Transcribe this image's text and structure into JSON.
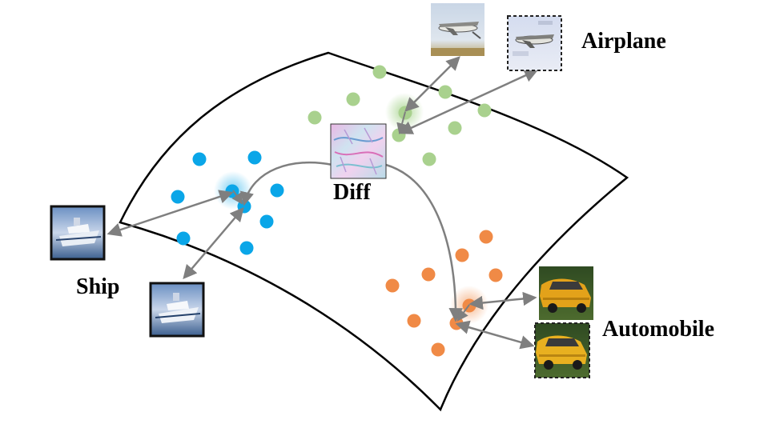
{
  "labels": {
    "airplane": "Airplane",
    "ship": "Ship",
    "automobile": "Automobile",
    "diff": "Diff"
  },
  "colors": {
    "ship_points": "#0aa6e8",
    "airplane_points": "#a9d18e",
    "automobile_points": "#f08a46",
    "arrow": "#7f7f7f",
    "manifold": "#000000"
  },
  "icons": {
    "airplane_images": "airplane-photo-icon",
    "ship_images": "ship-photo-icon",
    "automobile_images": "car-photo-icon",
    "diff_image": "noise-pattern-icon"
  }
}
